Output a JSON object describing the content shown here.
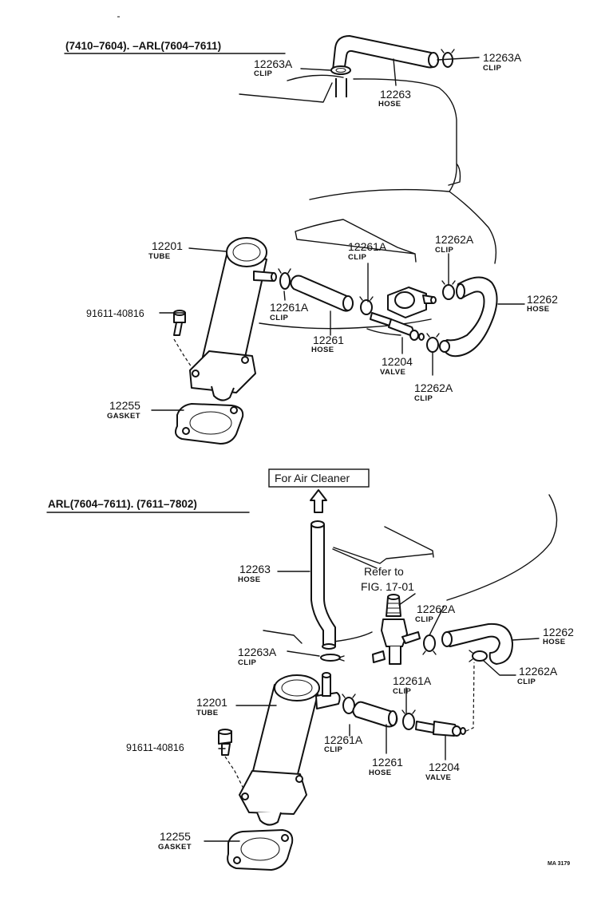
{
  "diagram": {
    "upper": {
      "header": "(7410–7604). –ARL(7604–7611)",
      "labels": {
        "c12263a_l": {
          "pn": "12263A",
          "nm": "CLIP"
        },
        "c12263a_r": {
          "pn": "12263A",
          "nm": "CLIP"
        },
        "h12263": {
          "pn": "12263",
          "nm": "HOSE"
        },
        "t12201": {
          "pn": "12201",
          "nm": "TUBE"
        },
        "c12261a_t": {
          "pn": "12261A",
          "nm": "CLIP"
        },
        "c12262a_t": {
          "pn": "12262A",
          "nm": "CLIP"
        },
        "h12262": {
          "pn": "12262",
          "nm": "HOSE"
        },
        "bolt": {
          "pn": "91611-40816"
        },
        "c12261a_b": {
          "pn": "12261A",
          "nm": "CLIP"
        },
        "h12261": {
          "pn": "12261",
          "nm": "HOSE"
        },
        "v12204": {
          "pn": "12204",
          "nm": "VALVE"
        },
        "c12262a_b": {
          "pn": "12262A",
          "nm": "CLIP"
        },
        "g12255": {
          "pn": "12255",
          "nm": "GASKET"
        }
      }
    },
    "lower": {
      "header": "ARL(7604–7611). (7611–7802)",
      "air_cleaner": "For Air Cleaner",
      "refer_line1": "Refer to",
      "refer_line2": "FIG. 17-01",
      "labels": {
        "h12263": {
          "pn": "12263",
          "nm": "HOSE"
        },
        "c12262a_t": {
          "pn": "12262A",
          "nm": "CLIP"
        },
        "h12262": {
          "pn": "12262",
          "nm": "HOSE"
        },
        "c12263a": {
          "pn": "12263A",
          "nm": "CLIP"
        },
        "c12262a_r": {
          "pn": "12262A",
          "nm": "CLIP"
        },
        "c12261a_t": {
          "pn": "12261A",
          "nm": "CLIP"
        },
        "t12201": {
          "pn": "12201",
          "nm": "TUBE"
        },
        "c12261a_b": {
          "pn": "12261A",
          "nm": "CLIP"
        },
        "bolt": {
          "pn": "91611-40816"
        },
        "h12261": {
          "pn": "12261",
          "nm": "HOSE"
        },
        "v12204": {
          "pn": "12204",
          "nm": "VALVE"
        },
        "g12255": {
          "pn": "12255",
          "nm": "GASKET"
        }
      }
    },
    "code": "MA 3179"
  }
}
